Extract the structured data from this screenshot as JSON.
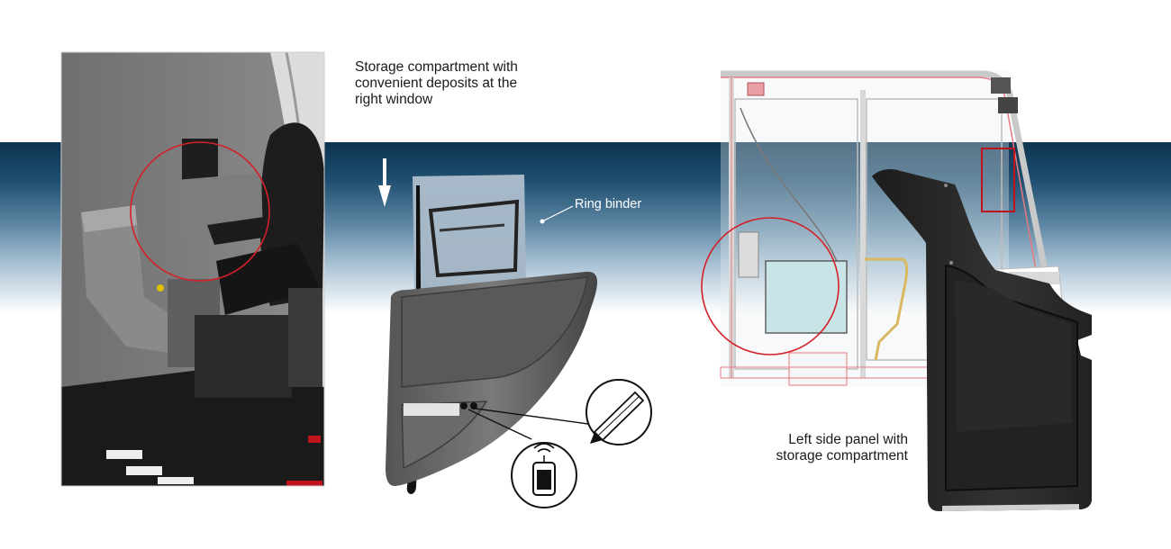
{
  "labels": {
    "storage_line1": "Storage compartment with",
    "storage_line2": "convenient deposits at the",
    "storage_line3": "right window",
    "ring_binder": "Ring binder",
    "left_panel_line1": "Left side panel with",
    "left_panel_line2": "storage compartment"
  },
  "icons": {
    "arrow": "down-arrow-icon",
    "pencil": "pencil-icon",
    "remote": "remote-control-icon"
  },
  "colors": {
    "band_dark": "#0d3450",
    "highlight_circle": "#d42027",
    "panel": "#2b2b2b"
  }
}
